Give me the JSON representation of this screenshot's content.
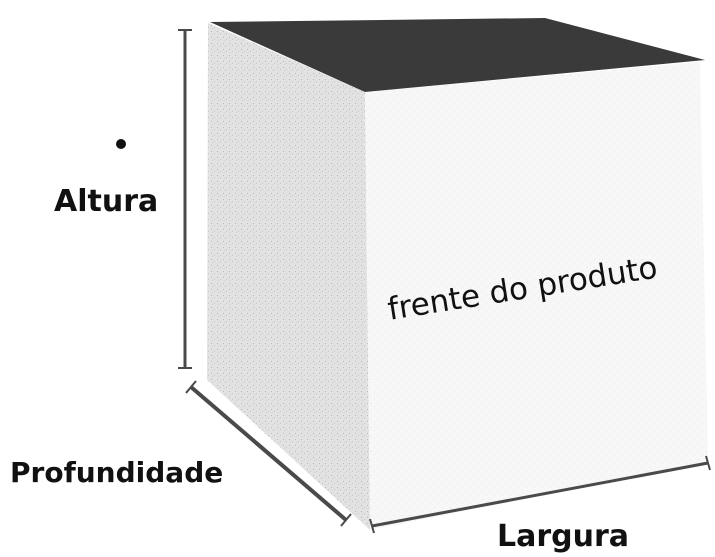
{
  "labels": {
    "height": "Altura",
    "depth": "Profundidade",
    "width": "Largura",
    "front": "frente do produto"
  },
  "colors": {
    "top_face": "#3a3a3a",
    "side_face": "#dcdcdc",
    "front_face": "#f6f6f6",
    "lines": "#4a4a4a",
    "text": "#111111"
  }
}
